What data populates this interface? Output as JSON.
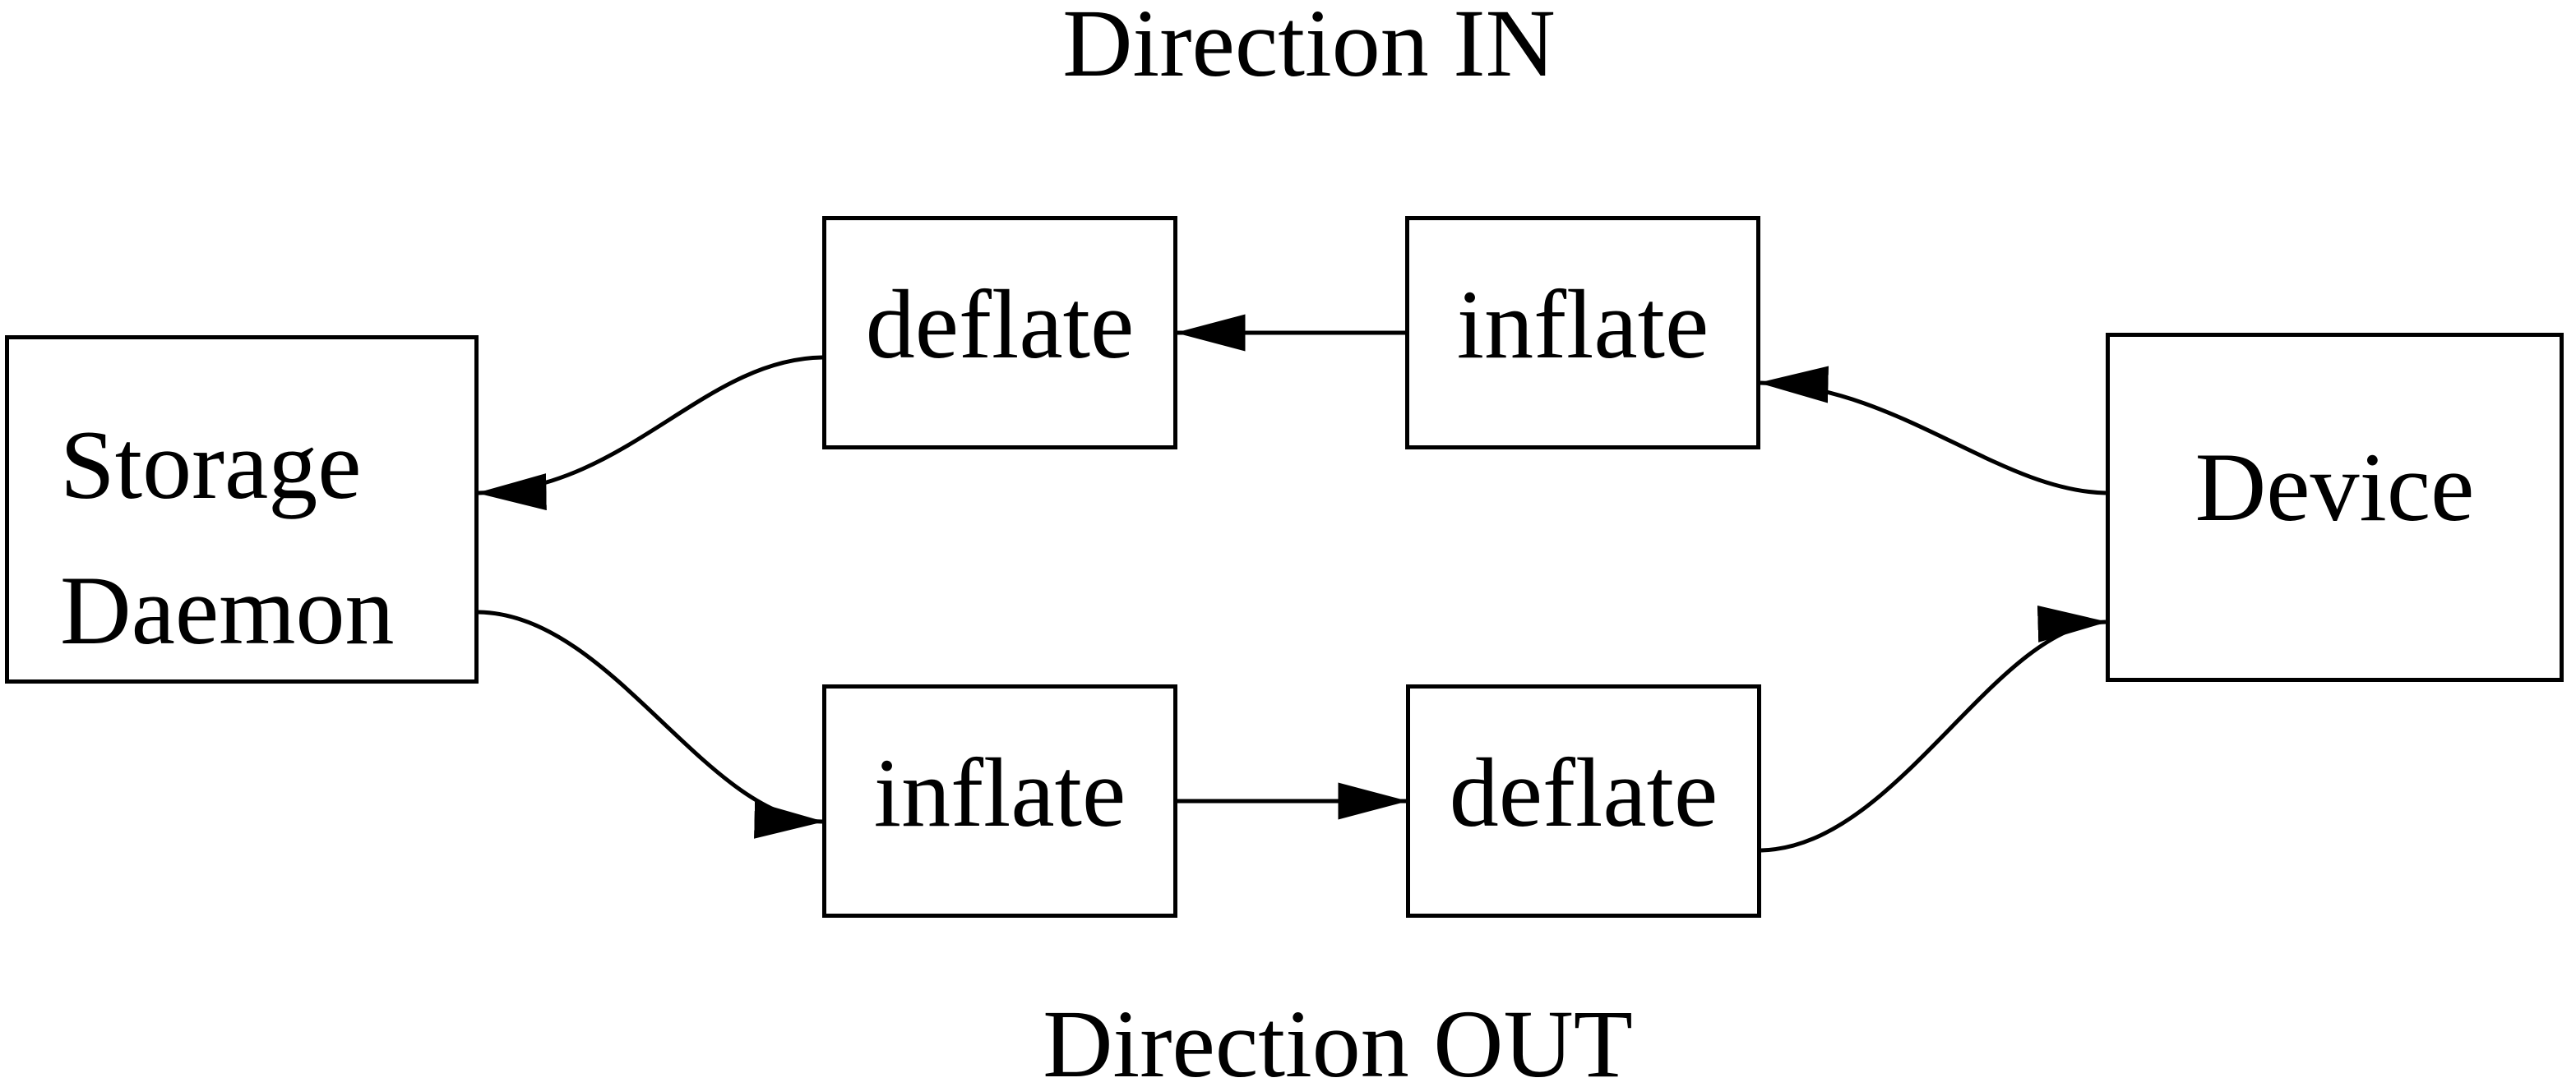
{
  "diagram": {
    "background_color": "#ffffff",
    "line_color": "#000000",
    "title_in": "Direction IN",
    "title_out": "Direction OUT",
    "nodes": {
      "storage": {
        "label_line1": "Storage",
        "label_line2": "Daemon"
      },
      "deflate_top": {
        "label": "deflate"
      },
      "inflate_top": {
        "label": "inflate"
      },
      "inflate_bottom": {
        "label": "inflate"
      },
      "deflate_bottom": {
        "label": "deflate"
      },
      "device": {
        "label": "Device"
      }
    },
    "edges": [
      {
        "direction": "IN",
        "from": "Device",
        "to": "inflate (top)",
        "arrow": "left"
      },
      {
        "direction": "IN",
        "from": "inflate (top)",
        "to": "deflate (top)",
        "arrow": "left"
      },
      {
        "direction": "IN",
        "from": "deflate (top)",
        "to": "Storage Daemon",
        "arrow": "left"
      },
      {
        "direction": "OUT",
        "from": "Storage Daemon",
        "to": "inflate (bottom)",
        "arrow": "right"
      },
      {
        "direction": "OUT",
        "from": "inflate (bottom)",
        "to": "deflate (bottom)",
        "arrow": "right"
      },
      {
        "direction": "OUT",
        "from": "deflate (bottom)",
        "to": "Device",
        "arrow": "right"
      }
    ]
  }
}
